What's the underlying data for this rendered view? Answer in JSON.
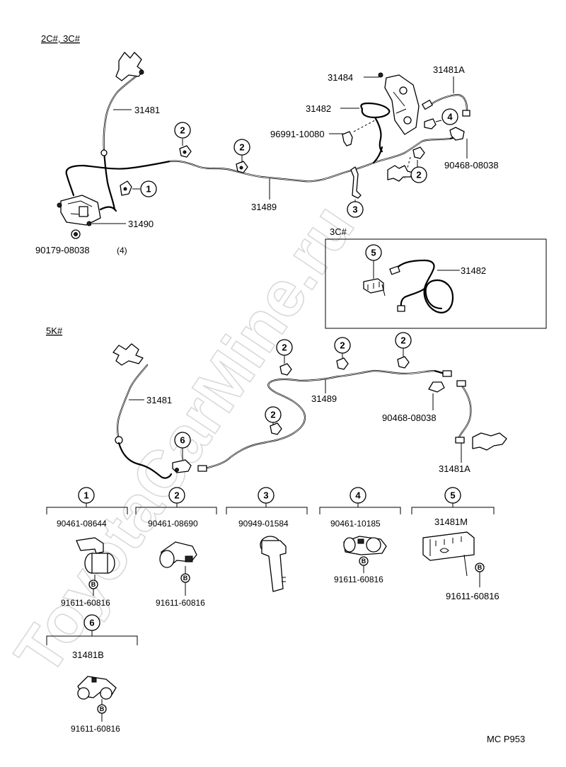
{
  "sections": {
    "top": "2C#, 3C#",
    "inset": "3C#",
    "bottom": "5K#"
  },
  "top_labels": {
    "p31481": "31481",
    "p31490": "31490",
    "p90179": "90179-08038",
    "p90179_qty": "(4)",
    "p31489": "31489",
    "p31484": "31484",
    "p31482": "31482",
    "p96991": "96991-10080",
    "p31481A": "31481A",
    "p90468": "90468-08038"
  },
  "inset_labels": {
    "p31482": "31482"
  },
  "bottom_labels": {
    "p31481": "31481",
    "p31489": "31489",
    "p90468": "90468-08038",
    "p31481A": "31481A"
  },
  "callouts": [
    "1",
    "2",
    "3",
    "4",
    "5",
    "6"
  ],
  "bolt_mark": "B",
  "details": [
    {
      "no": "1",
      "part": "90461-08644",
      "bolt": "91611-60816"
    },
    {
      "no": "2",
      "part": "90461-08690",
      "bolt": "91611-60816"
    },
    {
      "no": "3",
      "part": "90949-01584",
      "bolt": ""
    },
    {
      "no": "4",
      "part": "90461-10185",
      "bolt": "91611-60816"
    },
    {
      "no": "5",
      "part": "31481M",
      "bolt": "91611-60816"
    },
    {
      "no": "6",
      "part": "31481B",
      "bolt": "91611-60816"
    }
  ],
  "watermark": "ToyotaCarMine.ru",
  "footer_code": "MC P953"
}
